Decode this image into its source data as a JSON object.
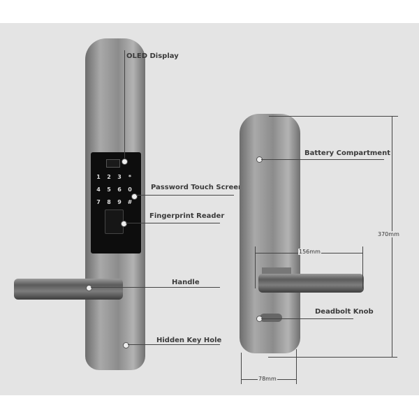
{
  "labels": {
    "oled": "OLED Display",
    "password": "Password Touch Screen",
    "fingerprint": "Fingerprint Reader",
    "handle": "Handle",
    "keyhole": "Hidden Key Hole",
    "battery": "Battery Compartment",
    "deadbolt": "Deadbolt Knob"
  },
  "dimensions": {
    "height": "370mm",
    "handle_length": "156mm",
    "width": "78mm"
  },
  "keypad": [
    "1",
    "2",
    "3",
    "*",
    "4",
    "5",
    "6",
    "0",
    "7",
    "8",
    "9",
    "#"
  ]
}
